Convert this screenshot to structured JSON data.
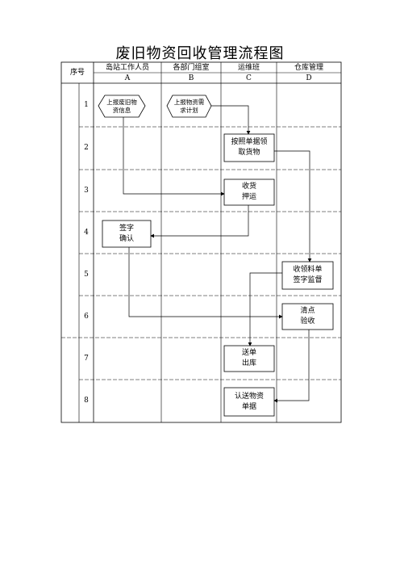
{
  "title": "废旧物资回收管理流程图",
  "header": {
    "seq": "序号",
    "columns": [
      {
        "name": "岛站工作人员",
        "code": "A"
      },
      {
        "name": "各部门组室",
        "code": "B"
      },
      {
        "name": "运维班",
        "code": "C"
      },
      {
        "name": "仓库管理",
        "code": "D"
      }
    ]
  },
  "rows": [
    "1",
    "2",
    "3",
    "4",
    "5",
    "6",
    "7",
    "8"
  ],
  "nodes": {
    "n1a": {
      "line1": "上报废旧物",
      "line2": "资信息"
    },
    "n1b": {
      "line1": "上报物资需",
      "line2": "求计划"
    },
    "n2c": {
      "line1": "按照单据领",
      "line2": "取货物"
    },
    "n3c": {
      "line1": "收货",
      "line2": "押运"
    },
    "n4a": {
      "line1": "签字",
      "line2": "确认"
    },
    "n5d": {
      "line1": "收领料单",
      "line2": "签字监督"
    },
    "n6d": {
      "line1": "清点",
      "line2": "验收"
    },
    "n7c": {
      "line1": "送单",
      "line2": "出库"
    },
    "n8c": {
      "line1": "认送物资",
      "line2": "单据"
    }
  }
}
